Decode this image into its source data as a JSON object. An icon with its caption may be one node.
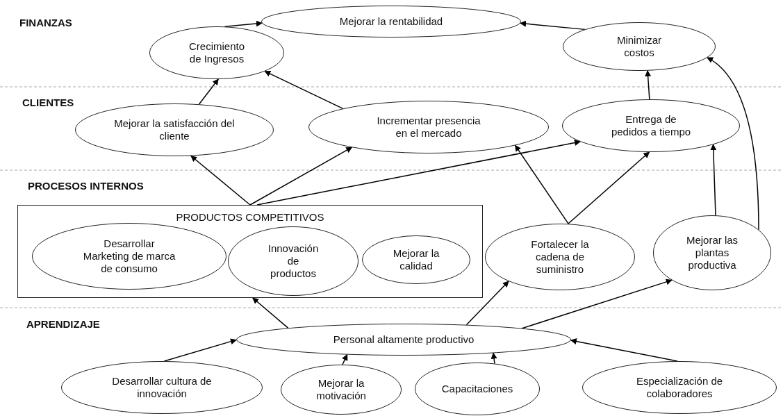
{
  "diagram": {
    "nodes": [
      {
        "text": [
          "Mejorar la rentabilidad"
        ]
      },
      {
        "text": [
          "Crecimiento de Ingresos"
        ]
      },
      {
        "text": [
          "Minimizar costos"
        ]
      },
      {
        "text": [
          "Mejorar la satisfacción del cliente"
        ]
      },
      {
        "text": [
          "Incrementar presencia en el mercado"
        ]
      },
      {
        "text": [
          "Entrega de pedidos a tiempo"
        ]
      },
      {
        "text": [
          "PRODUCTOS COMPETITIVOS"
        ]
      },
      {
        "text": [
          "Desarrollar Marketing de marca de consumo"
        ],
        "in": 6
      },
      {
        "text": [
          "Innovación de productos"
        ],
        "in": 6
      },
      {
        "text": [
          "Mejorar la calidad"
        ],
        "in": 6
      },
      {
        "text": [
          "Fortalecer la cadena de suministro"
        ]
      },
      {
        "text": [
          "Mejorar las plantas productiva"
        ]
      },
      {
        "text": [
          "Personal altamente productivo"
        ]
      },
      {
        "text": [
          "Desarrollar cultura de innovación"
        ]
      },
      {
        "text": [
          "Mejorar la motivación"
        ]
      },
      {
        "text": [
          "Capacitaciones"
        ]
      },
      {
        "text": [
          "Especialización de colaboradores"
        ]
      }
    ],
    "edges": [
      {
        "from": 1,
        "to": 0,
        "arrow": "to"
      },
      {
        "from": 2,
        "to": 0,
        "arrow": "to"
      },
      {
        "from": 3,
        "to": 1,
        "arrow": "to"
      },
      {
        "from": 4,
        "to": 1,
        "arrow": "to"
      },
      {
        "from": 5,
        "to": 2,
        "arrow": "to"
      },
      {
        "from": 6,
        "to": 3,
        "arrow": "to"
      },
      {
        "from": 6,
        "to": 4,
        "arrow": "to"
      },
      {
        "from": 6,
        "to": 5,
        "arrow": "to"
      },
      {
        "from": 10,
        "to": 4,
        "arrow": "to"
      },
      {
        "from": 10,
        "to": 5,
        "arrow": "to"
      },
      {
        "from": 11,
        "to": 5,
        "arrow": "to"
      },
      {
        "from": 11,
        "to": 2,
        "arrow": "to"
      },
      {
        "from": 12,
        "to": 6,
        "arrow": "to"
      },
      {
        "from": 12,
        "to": 10,
        "arrow": "to"
      },
      {
        "from": 12,
        "to": 11,
        "arrow": "to"
      },
      {
        "from": 13,
        "to": 12,
        "arrow": "to"
      },
      {
        "from": 14,
        "to": 12,
        "arrow": "to"
      },
      {
        "from": 15,
        "to": 12,
        "arrow": "to"
      },
      {
        "from": 16,
        "to": 12,
        "arrow": "to"
      }
    ],
    "labels": [
      "FINANZAS",
      "CLIENTES",
      "PROCESOS INTERNOS",
      "APRENDIZAJE"
    ]
  }
}
